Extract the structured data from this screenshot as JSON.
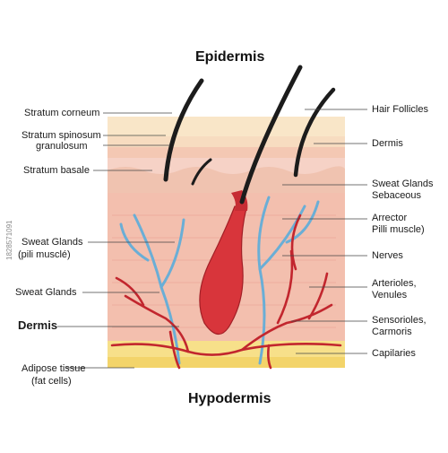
{
  "title_top": "Epidermis",
  "title_bottom": "Hypodermis",
  "labels_left": {
    "stratum_corneum": "Stratum corneum",
    "stratum_spinosum": "Stratum spinosum",
    "granulosum": "granulosum",
    "stratum_basale": "Stratum basale",
    "sweat_glands_1_line1": "Sweat Glands",
    "sweat_glands_1_line2": "(pili musclé)",
    "sweat_glands_2": "Sweat Glands",
    "dermis": "Dermis",
    "adipose_line1": "Adipose tissue",
    "adipose_line2": "(fat cells)"
  },
  "labels_right": {
    "hair_follicles": "Hair Follicles",
    "dermis": "Dermis",
    "sweat_glands_line1": "Sweat Glands",
    "sweat_glands_line2": "Sebaceous",
    "arrector_line1": "Arrector",
    "arrector_line2": "Pilli muscle)",
    "nerves": "Nerves",
    "arterioles_line1": "Arterioles,",
    "arterioles_line2": "Venules",
    "sensorioles_line1": "Sensorioles,",
    "sensorioles_line2": "Carmoris",
    "capilaries": "Capilaries"
  },
  "watermark": "1828571091",
  "colors": {
    "skin_base": "#f6d2c6",
    "epidermis_top": "#f9e6c8",
    "dermis": "#f2b7a8",
    "fat": "#f7e08a",
    "artery": "#c2262e",
    "vein": "#6aaed6",
    "hair": "#1c1c1c",
    "follicle": "#d8353b"
  }
}
